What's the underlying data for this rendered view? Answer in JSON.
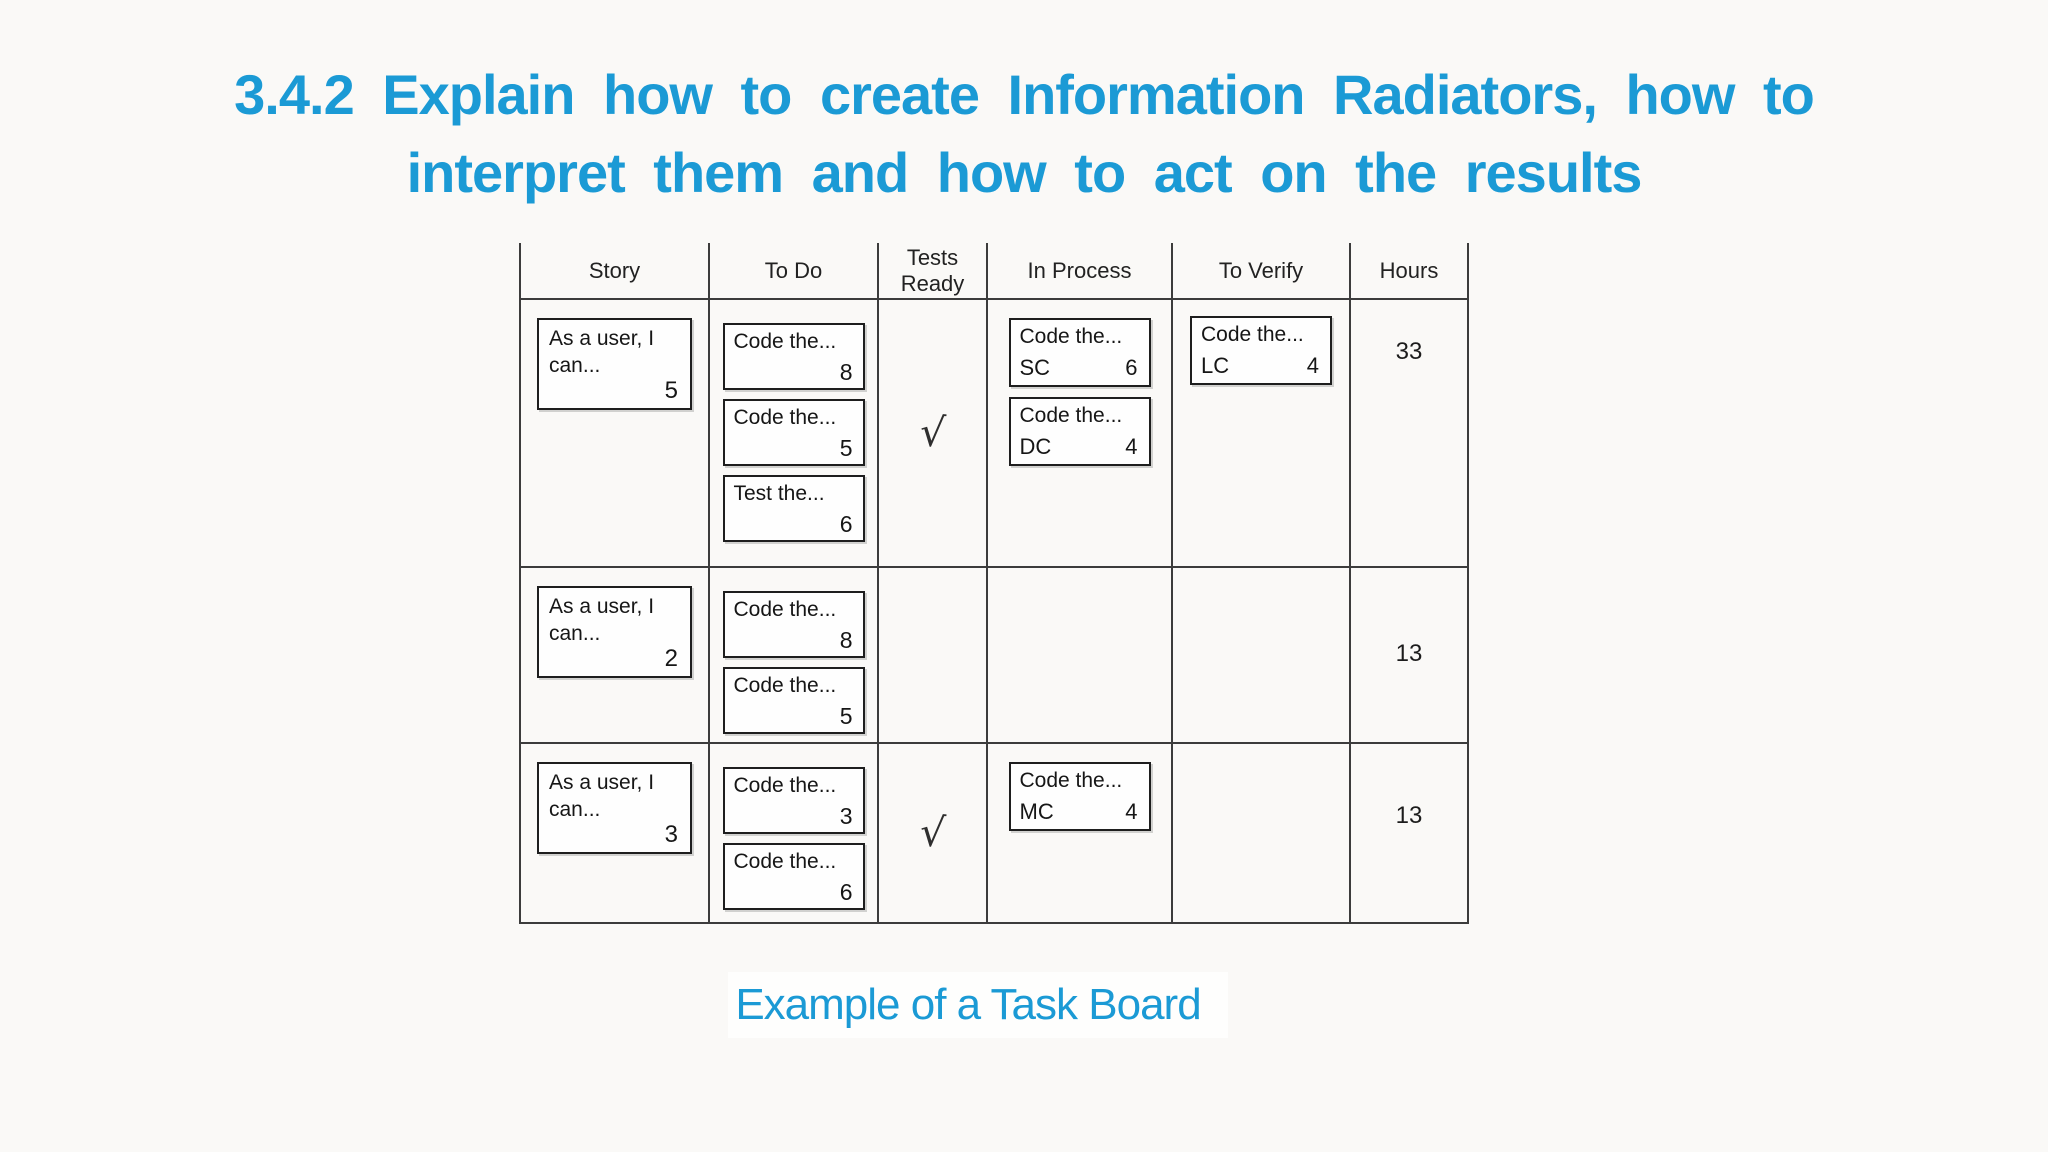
{
  "slide": {
    "title_line1": "3.4.2 Explain how to create Information Radiators, how to",
    "title_line2": "interpret them and how to act on the results",
    "caption": "Example of a Task Board",
    "accent_color": "#1b9ad5"
  },
  "board": {
    "columns": [
      "Story",
      "To Do",
      "Tests Ready",
      "In Process",
      "To Verify",
      "Hours"
    ],
    "check_glyph": "√",
    "rows": [
      {
        "story": {
          "line1": "As a user, I",
          "line2": "can...",
          "points": "5"
        },
        "todo": [
          {
            "label": "Code the...",
            "points": "8"
          },
          {
            "label": "Code the...",
            "points": "5"
          },
          {
            "label": "Test the...",
            "points": "6"
          }
        ],
        "tests_ready": "√",
        "in_process": [
          {
            "label": "Code the...",
            "owner": "SC",
            "points": "6"
          },
          {
            "label": "Code the...",
            "owner": "DC",
            "points": "4"
          }
        ],
        "to_verify": [
          {
            "label": "Code the...",
            "owner": "LC",
            "points": "4"
          }
        ],
        "hours": "33"
      },
      {
        "story": {
          "line1": "As a user, I",
          "line2": "can...",
          "points": "2"
        },
        "todo": [
          {
            "label": "Code the...",
            "points": "8"
          },
          {
            "label": "Code the...",
            "points": "5"
          }
        ],
        "tests_ready": "",
        "in_process": [],
        "to_verify": [],
        "hours": "13"
      },
      {
        "story": {
          "line1": "As a user, I",
          "line2": "can...",
          "points": "3"
        },
        "todo": [
          {
            "label": "Code the...",
            "points": "3"
          },
          {
            "label": "Code the...",
            "points": "6"
          }
        ],
        "tests_ready": "√",
        "in_process": [
          {
            "label": "Code the...",
            "owner": "MC",
            "points": "4"
          }
        ],
        "to_verify": [],
        "hours": "13"
      }
    ]
  }
}
